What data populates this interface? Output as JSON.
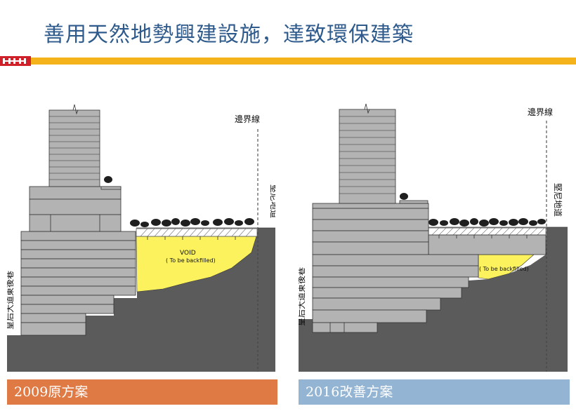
{
  "page": {
    "title": "善用天然地勢興建設施，達致環保建築"
  },
  "colors": {
    "title": "#2e5a8c",
    "accent_bar": "#f4b21b",
    "marks": "#d0202a",
    "caption_left": "#e07a45",
    "caption_right": "#93b4d3",
    "ground": "#5b5b5b",
    "building": "#b3b3b3",
    "void": "#fbf25e"
  },
  "diagrams": [
    {
      "caption": "2009原方案",
      "boundary_label": "邊界線",
      "road_right_label": "堅尼地道",
      "road_left_label": "皇后大道東後巷",
      "void_label": "VOID",
      "void_sublabel": "( To be backfilled)"
    },
    {
      "caption": "2016改善方案",
      "boundary_label": "邊界線",
      "road_right_label": "堅尼地道",
      "road_left_label": "皇后大道東後巷",
      "void_sublabel": "( To be backfilled)"
    }
  ]
}
